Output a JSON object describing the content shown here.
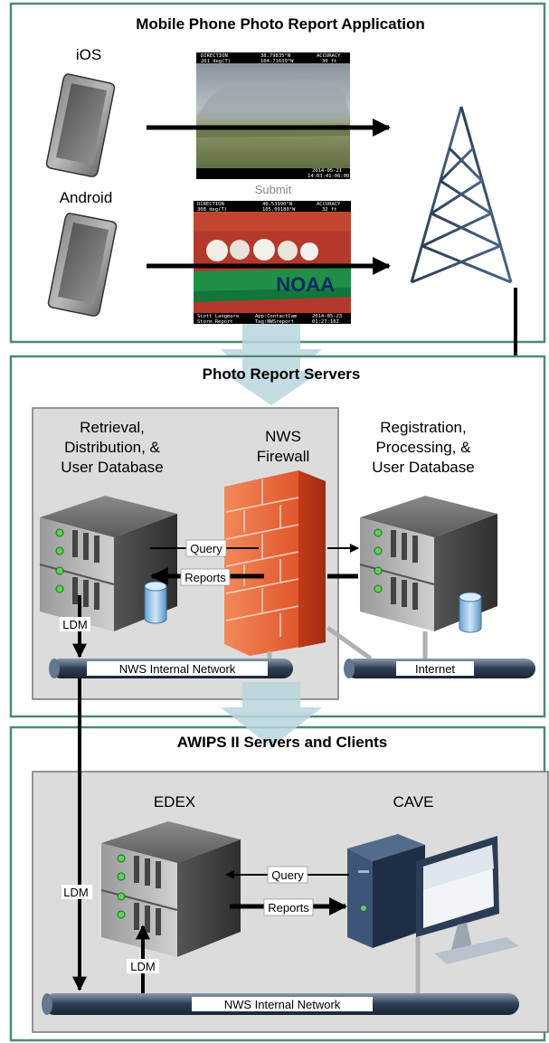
{
  "sections": {
    "mobile": {
      "title": "Mobile Phone Photo Report Application"
    },
    "servers": {
      "title": "Photo Report Servers"
    },
    "awips": {
      "title": "AWIPS II Servers and Clients"
    }
  },
  "phones": {
    "ios": "iOS",
    "android": "Android"
  },
  "photo1": {
    "direction_label": "DIRECTION",
    "direction_value": "261 deg(T)",
    "coords_label": "38.79835°N",
    "coords_value": "104.71639°W",
    "accuracy_label": "ACCURACY",
    "accuracy_value": "30 ft",
    "date": "2014-05-21",
    "time": "14:03:41-06:00"
  },
  "submit": "Submit",
  "photo2": {
    "direction_label": "DIRECTION",
    "direction_value": "308 deg(T)",
    "coords_label": "40.53990°N",
    "coords_value": "105.09180°W",
    "accuracy_label": "ACCURACY",
    "accuracy_value": "32 ft",
    "author": "Scott Langmore",
    "app": "App:ContactCam",
    "report": "Storm Report",
    "tag": "Tag:NWSreport",
    "date": "2014-05-23",
    "time": "01:27:18Z",
    "brand": "NOAA"
  },
  "server_labels": {
    "retrieval": [
      "Retrieval,",
      "Distribution, &",
      "User Database"
    ],
    "firewall": [
      "NWS",
      "Firewall"
    ],
    "registration": [
      "Registration,",
      "Processing, &",
      "User Database"
    ]
  },
  "flows": {
    "query": "Query",
    "reports": "Reports",
    "ldm": "LDM"
  },
  "networks": {
    "internal": "NWS Internal Network",
    "internet": "Internet"
  },
  "awips_labels": {
    "edex": "EDEX",
    "cave": "CAVE"
  },
  "colors": {
    "section_border": "#4e8a7a",
    "inner_panel": "#dcdcdc",
    "funnel_arrow": "#b8d6dc",
    "firewall": "#e8552a",
    "pipe": "#2a3a4e"
  }
}
